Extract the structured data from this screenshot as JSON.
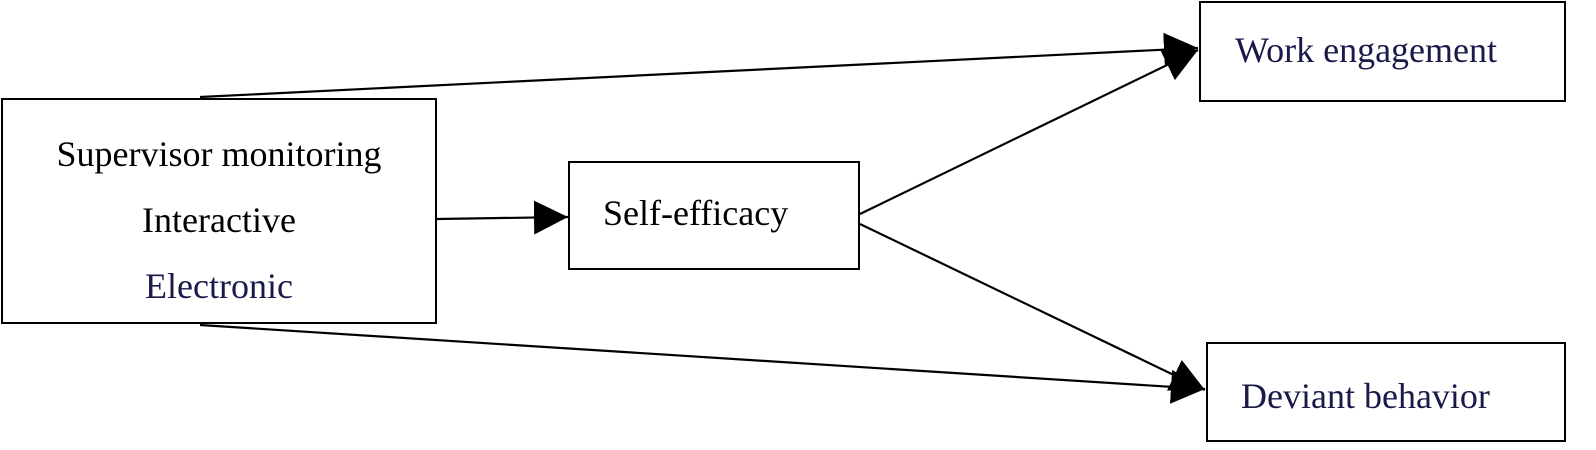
{
  "diagram": {
    "nodes": {
      "supervisor": {
        "lines": [
          "Supervisor monitoring",
          "Interactive",
          "Electronic"
        ]
      },
      "self_efficacy": {
        "label": "Self-efficacy"
      },
      "work_engagement": {
        "label": "Work engagement"
      },
      "deviant_behavior": {
        "label": "Deviant behavior"
      }
    },
    "edges": [
      {
        "from": "Supervisor monitoring",
        "to": "Work engagement"
      },
      {
        "from": "Supervisor monitoring",
        "to": "Self-efficacy"
      },
      {
        "from": "Supervisor monitoring",
        "to": "Deviant behavior"
      },
      {
        "from": "Self-efficacy",
        "to": "Work engagement"
      },
      {
        "from": "Self-efficacy",
        "to": "Deviant behavior"
      }
    ],
    "colors": {
      "stroke": "#000000",
      "text": "#000000",
      "accent_text": "#1a1a4a"
    }
  }
}
